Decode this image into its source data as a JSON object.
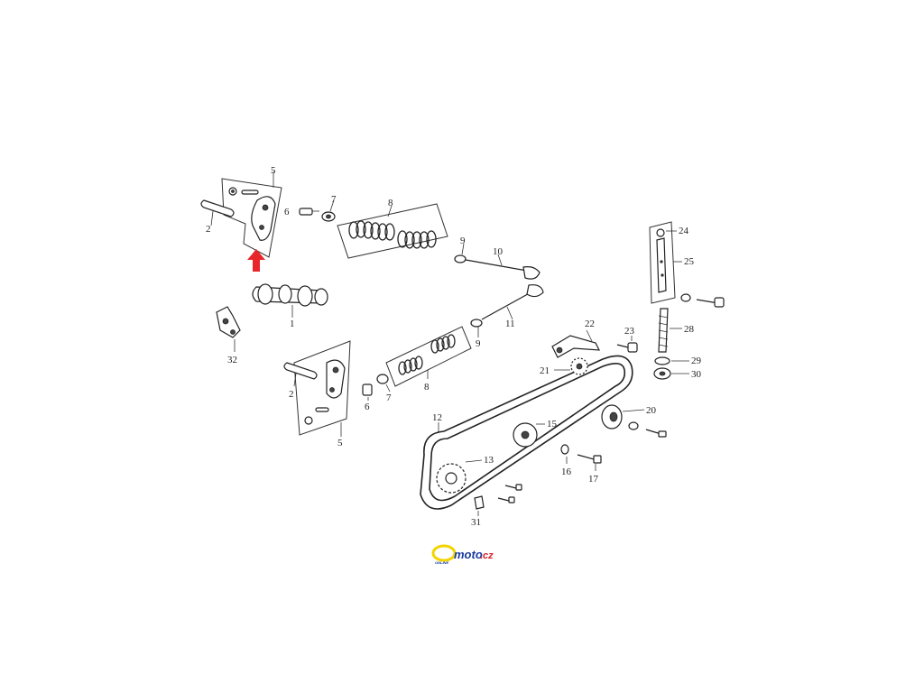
{
  "labels": {
    "l1": "1",
    "l2a": "2",
    "l2b": "2",
    "l5a": "5",
    "l5b": "5",
    "l6a": "6",
    "l6b": "6",
    "l7a": "7",
    "l7b": "7",
    "l8a": "8",
    "l8b": "8",
    "l9a": "9",
    "l9b": "9",
    "l10": "10",
    "l11": "11",
    "l12": "12",
    "l13": "13",
    "l15": "15",
    "l16": "16",
    "l17": "17",
    "l20": "20",
    "l21": "21",
    "l22": "22",
    "l23": "23",
    "l24": "24",
    "l25": "25",
    "l28": "28",
    "l29": "29",
    "l30": "30",
    "l31": "31",
    "l32": "32"
  },
  "logo": {
    "brand": "moto",
    "tld": ".cz",
    "sub": "ONLINE"
  },
  "colors": {
    "arrow": "#e8262a",
    "logo_ring": "#f2d400",
    "logo_text": "#1a3b9e",
    "logo_accent": "#d8202a"
  }
}
